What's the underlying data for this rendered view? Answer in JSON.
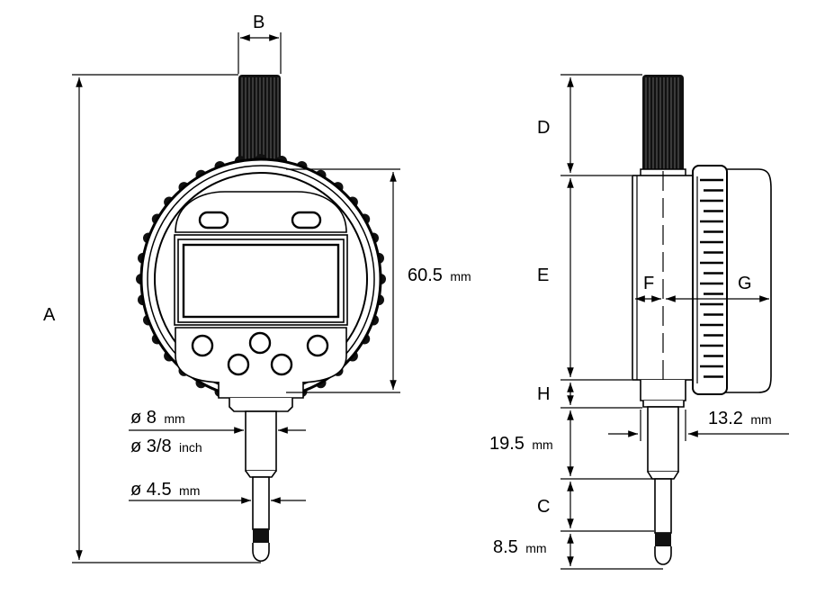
{
  "diagram": {
    "front_view": {
      "dimension_labels": {
        "a": "A",
        "b": "B",
        "diameter_60": "60.5",
        "diameter_60_unit": "mm",
        "stem_dia_1": "ø 8",
        "stem_dia_1_unit": "mm",
        "stem_dia_2": "ø 3/8",
        "stem_dia_2_unit": "inch",
        "spindle_dia": "ø 4.5",
        "spindle_dia_unit": "mm"
      }
    },
    "side_view": {
      "dimension_labels": {
        "d": "D",
        "e": "E",
        "f": "F",
        "g": "G",
        "h": "H",
        "c": "C",
        "depth": "13.2",
        "depth_unit": "mm",
        "stem_len": "19.5",
        "stem_len_unit": "mm",
        "tip_len": "8.5",
        "tip_len_unit": "mm"
      }
    },
    "colors": {
      "line": "#000000",
      "background": "#ffffff"
    }
  }
}
